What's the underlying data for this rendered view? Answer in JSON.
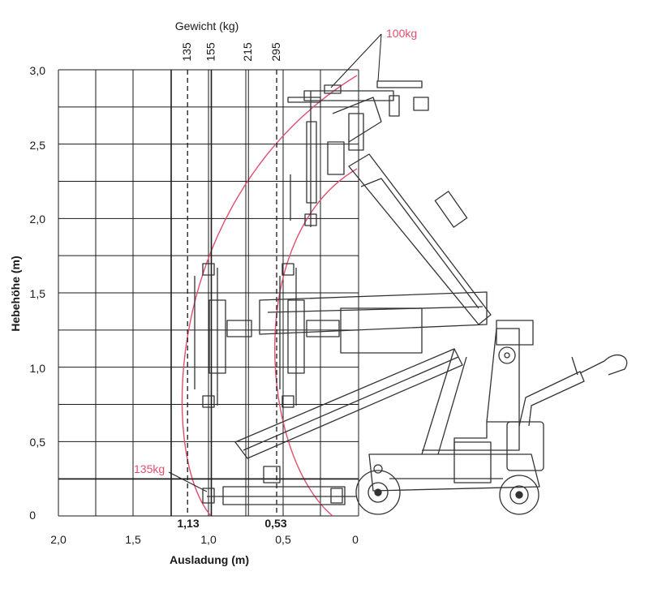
{
  "chart": {
    "top_axis_title": "Gewicht (kg)",
    "y_axis_title": "Hebehöhe (m)",
    "x_axis_title": "Ausladung (m)",
    "y_ticks": [
      "3,0",
      "2,5",
      "2,0",
      "1,5",
      "1,0",
      "0,5",
      "0"
    ],
    "x_ticks": [
      "2,0",
      "1,5",
      "1,0",
      "0,5",
      "0"
    ],
    "weight_labels": [
      {
        "text": "135",
        "x": 1.13,
        "color": "#e0506e"
      },
      {
        "text": "155",
        "x": 0.97,
        "color": "#1a1a1a"
      },
      {
        "text": "215",
        "x": 0.72,
        "color": "#1a1a1a"
      },
      {
        "text": "295",
        "x": 0.53,
        "color": "#e0506e"
      }
    ],
    "reach_marks": [
      "1,13",
      "0,53"
    ],
    "load_label_top": "100kg",
    "load_label_bottom": "135kg"
  },
  "colors": {
    "grid": "#1a1a1a",
    "curve": "#e0506e",
    "machine": "#333333"
  },
  "chart_data": {
    "type": "diagram",
    "x_range": [
      2.0,
      0
    ],
    "y_range": [
      0,
      3.0
    ],
    "vertical_lines": [
      1.13,
      0.97,
      0.72,
      0.53
    ],
    "horizontal_line_y": 0.25
  }
}
